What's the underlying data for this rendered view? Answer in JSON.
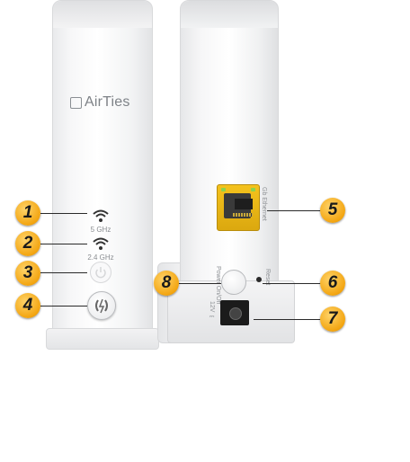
{
  "brand": {
    "name": "AirTies"
  },
  "front_panel": {
    "led_5ghz_label": "5 GHz",
    "led_24ghz_label": "2.4 GHz"
  },
  "back_panel": {
    "ethernet_label": "Gb Ethernet",
    "power_switch_label": "Power On/Off",
    "reset_label": "Reset",
    "dc_in_label": "12V ⎓"
  },
  "callouts": [
    "1",
    "2",
    "3",
    "4",
    "5",
    "6",
    "7",
    "8"
  ],
  "colors": {
    "badge": "#f3a511",
    "ethernet_port": "#f4c21d",
    "device_body": "#f7f7f8"
  }
}
